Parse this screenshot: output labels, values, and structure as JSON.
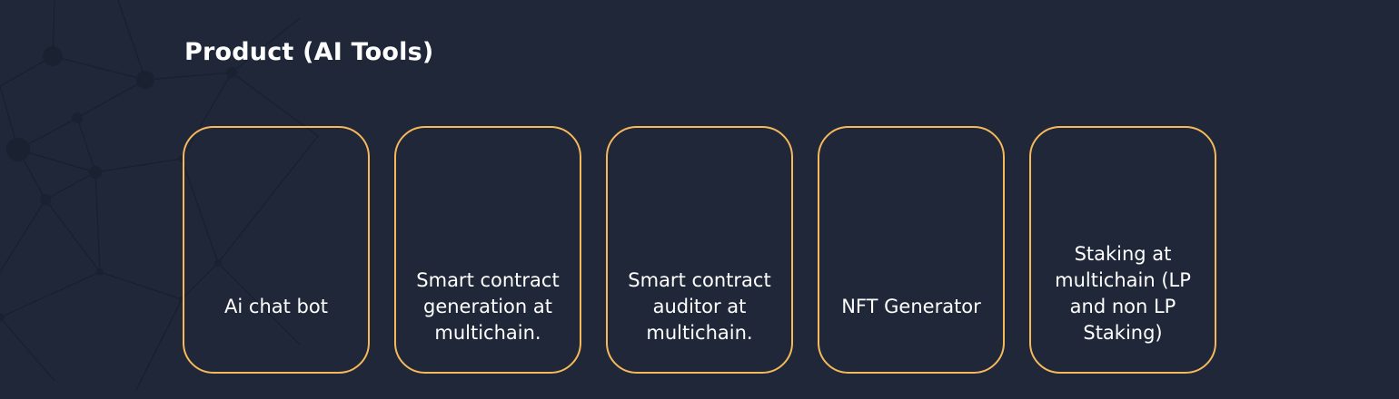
{
  "section": {
    "title": "Product (AI Tools)"
  },
  "cards": [
    {
      "label": "Ai chat bot"
    },
    {
      "label": "Smart contract generation at multichain."
    },
    {
      "label": "Smart contract auditor at multichain."
    },
    {
      "label": "NFT Generator"
    },
    {
      "label": "Staking at multichain (LP and non LP Staking)"
    }
  ],
  "colors": {
    "background": "#1f2739",
    "card_border": "#f6b95a",
    "text": "#ffffff",
    "network_lines": "#151b2a"
  },
  "decorations": {
    "background_icon": "network-pattern-icon"
  }
}
